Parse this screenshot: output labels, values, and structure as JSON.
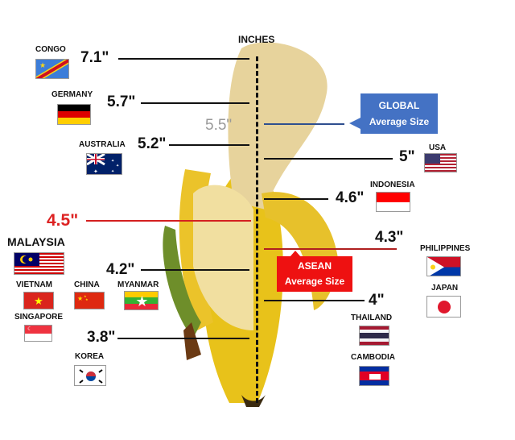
{
  "axis": {
    "title": "INCHES"
  },
  "callouts": {
    "global": {
      "line1": "GLOBAL",
      "line2": "Average Size",
      "value": "5.5\"",
      "color": "#4472C4"
    },
    "asean": {
      "line1": "ASEAN",
      "line2": "Average Size",
      "value": "4.5\"",
      "color": "#EE1111"
    }
  },
  "countries": [
    {
      "name": "CONGO",
      "value": "7.1\""
    },
    {
      "name": "GERMANY",
      "value": "5.7\""
    },
    {
      "name": "AUSTRALIA",
      "value": "5.2\""
    },
    {
      "name": "USA",
      "value": "5\""
    },
    {
      "name": "INDONESIA",
      "value": "4.6\""
    },
    {
      "name": "MALAYSIA",
      "value": "4.5\""
    },
    {
      "name": "PHILIPPINES",
      "value": "4.3\""
    },
    {
      "name": "VIETNAM",
      "value": "4.2\""
    },
    {
      "name": "CHINA",
      "value": "4.2\""
    },
    {
      "name": "MYANMAR",
      "value": "4.2\""
    },
    {
      "name": "JAPAN",
      "value": "4\""
    },
    {
      "name": "THAILAND",
      "value": "4\""
    },
    {
      "name": "SINGAPORE",
      "value": "3.8\""
    },
    {
      "name": "KOREA",
      "value": "3.8\""
    },
    {
      "name": "CAMBODIA",
      "value": "4\""
    }
  ],
  "values": {
    "v71": "7.1\"",
    "v57": "5.7\"",
    "v52": "5.2\"",
    "v55": "5.5\"",
    "v50": "5\"",
    "v46": "4.6\"",
    "v45": "4.5\"",
    "v43": "4.3\"",
    "v42": "4.2\"",
    "v40": "4\"",
    "v38": "3.8\""
  },
  "chart_data": {
    "type": "bar",
    "title": "",
    "ylabel": "INCHES",
    "categories": [
      "Congo",
      "Germany",
      "Global Average",
      "Australia",
      "USA",
      "Indonesia",
      "ASEAN Average",
      "Philippines",
      "Malaysia/Vietnam/China/Myanmar",
      "Japan/Thailand/Cambodia",
      "Singapore/Korea"
    ],
    "values": [
      7.1,
      5.7,
      5.5,
      5.2,
      5.0,
      4.6,
      4.5,
      4.3,
      4.2,
      4.0,
      3.8
    ],
    "annotations": [
      "GLOBAL Average Size = 5.5\"",
      "ASEAN Average Size = 4.5\""
    ],
    "grid": false
  }
}
